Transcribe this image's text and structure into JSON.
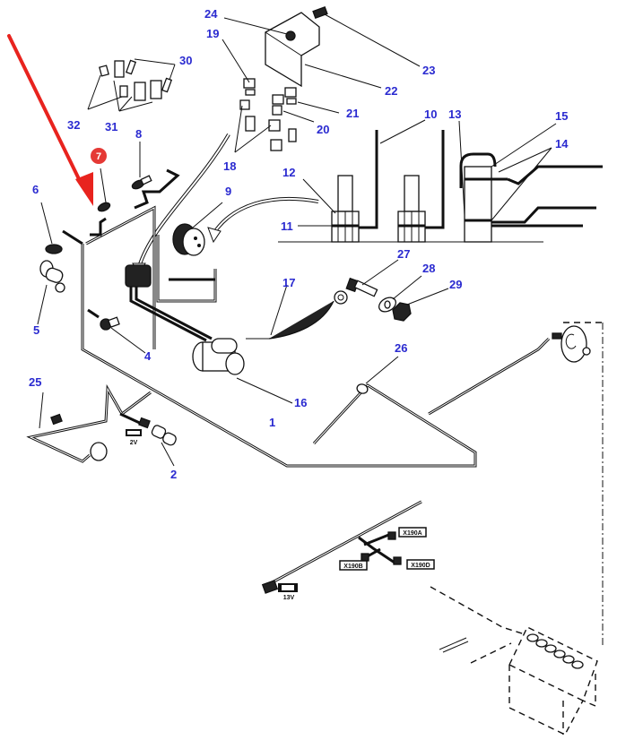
{
  "diagram": {
    "type": "exploded parts diagram - electrical wiring harness",
    "highlight": {
      "part_number": "7",
      "badge_color": "#e53935",
      "arrow_color": "#e8231e"
    },
    "callout_color": "#2a2ad0",
    "callouts": [
      {
        "id": "1",
        "label": "1"
      },
      {
        "id": "2",
        "label": "2"
      },
      {
        "id": "4",
        "label": "4"
      },
      {
        "id": "5",
        "label": "5"
      },
      {
        "id": "6",
        "label": "6"
      },
      {
        "id": "7",
        "label": "7"
      },
      {
        "id": "8",
        "label": "8"
      },
      {
        "id": "9",
        "label": "9"
      },
      {
        "id": "10",
        "label": "10"
      },
      {
        "id": "11",
        "label": "11"
      },
      {
        "id": "12",
        "label": "12"
      },
      {
        "id": "13",
        "label": "13"
      },
      {
        "id": "14",
        "label": "14"
      },
      {
        "id": "15",
        "label": "15"
      },
      {
        "id": "16",
        "label": "16"
      },
      {
        "id": "17",
        "label": "17"
      },
      {
        "id": "18",
        "label": "18"
      },
      {
        "id": "19",
        "label": "19"
      },
      {
        "id": "20",
        "label": "20"
      },
      {
        "id": "21",
        "label": "21"
      },
      {
        "id": "22",
        "label": "22"
      },
      {
        "id": "23",
        "label": "23"
      },
      {
        "id": "24",
        "label": "24"
      },
      {
        "id": "25",
        "label": "25"
      },
      {
        "id": "26",
        "label": "26"
      },
      {
        "id": "27",
        "label": "27"
      },
      {
        "id": "28",
        "label": "28"
      },
      {
        "id": "29",
        "label": "29"
      },
      {
        "id": "30",
        "label": "30"
      },
      {
        "id": "31",
        "label": "31"
      },
      {
        "id": "32",
        "label": "32"
      }
    ],
    "connector_labels": {
      "x190a": "X190A",
      "x190b": "X190B",
      "x190d": "X190D",
      "sub_2v": "2V",
      "sub_13v": "13V"
    }
  }
}
